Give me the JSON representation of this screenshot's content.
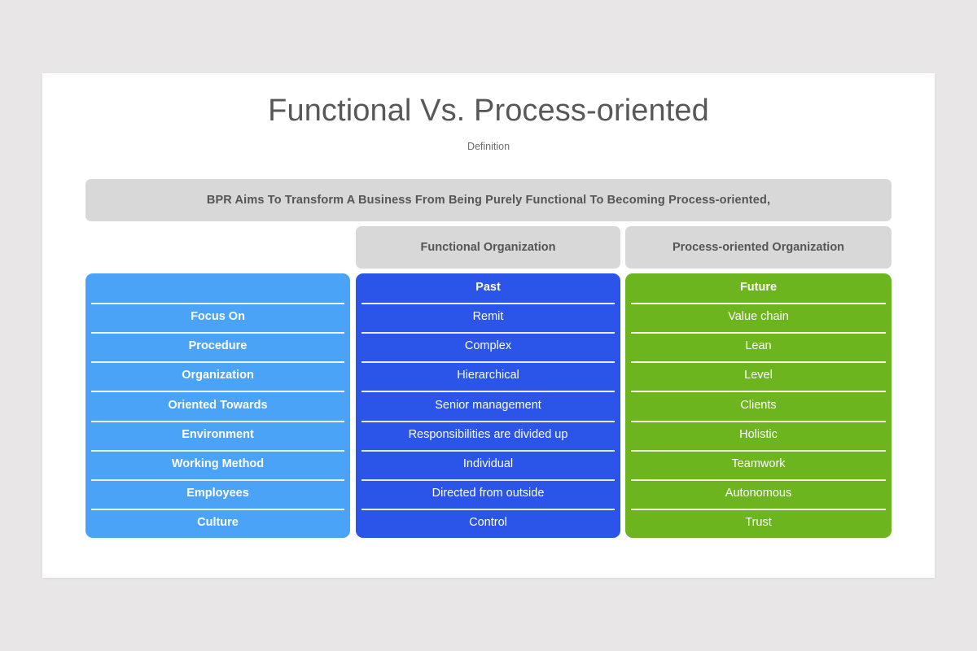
{
  "slide": {
    "title": "Functional Vs. Process-oriented",
    "subtitle": "Definition",
    "banner": "BPR Aims To Transform A Business From Being Purely Functional To Becoming Process-oriented,"
  },
  "colors": {
    "page_background": "#e8e6e7",
    "slide_background": "#ffffff",
    "banner_gray": "#d8d8d8",
    "title_gray": "#585858",
    "column_light_blue": "#4ba3f8",
    "column_blue": "#2b55e8",
    "column_green": "#6cb51e",
    "separator_white": "#ffffff"
  },
  "headers": {
    "attribute_column": "",
    "functional": "Functional Organization",
    "process_oriented": "Process-oriented Organization"
  },
  "columns": [
    {
      "key": "attributes",
      "header": "",
      "color": "#4ba3f8",
      "cells": [
        "",
        "Focus On",
        "Procedure",
        "Organization",
        "Oriented Towards",
        "Environment",
        "Working Method",
        "Employees",
        "Culture"
      ]
    },
    {
      "key": "functional",
      "header": "Past",
      "color": "#2b55e8",
      "cells": [
        "Past",
        "Remit",
        "Complex",
        "Hierarchical",
        "Senior management",
        "Responsibilities are divided up",
        "Individual",
        "Directed from outside",
        "Control"
      ]
    },
    {
      "key": "process_oriented",
      "header": "Future",
      "color": "#6cb51e",
      "cells": [
        "Future",
        "Value chain",
        "Lean",
        "Level",
        "Clients",
        "Holistic",
        "Teamwork",
        "Autonomous",
        "Trust"
      ]
    }
  ]
}
